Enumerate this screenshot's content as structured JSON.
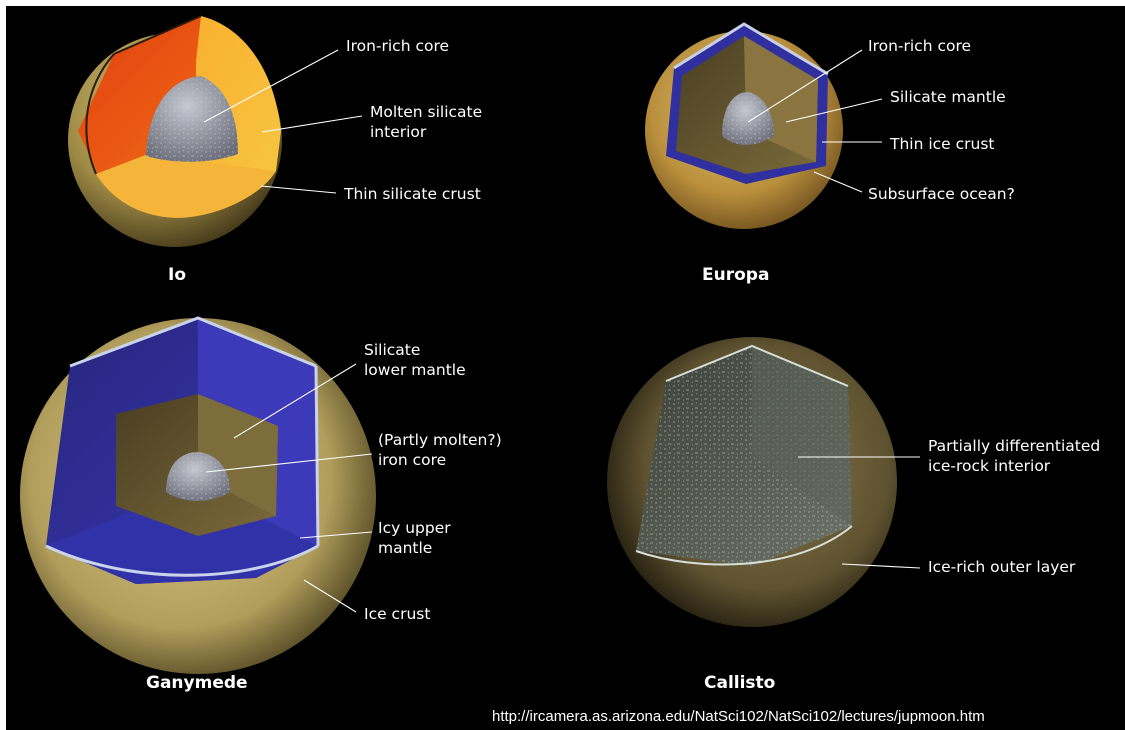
{
  "colors": {
    "background": "#000000",
    "label_text": "#ffffff",
    "io_mantle": "#f6a21a",
    "ice_blue": "#2e2d9c",
    "core_grey": "#9a9eac",
    "surface_tan": "#b8a25a"
  },
  "moons": {
    "io": {
      "name": "Io",
      "labels": [
        "Iron-rich core",
        "Molten silicate",
        "interior",
        "Thin silicate crust"
      ]
    },
    "europa": {
      "name": "Europa",
      "labels": [
        "Iron-rich core",
        "Silicate mantle",
        "Thin ice crust",
        "Subsurface ocean?"
      ]
    },
    "ganymede": {
      "name": "Ganymede",
      "labels": [
        "Silicate",
        "lower mantle",
        "(Partly molten?)",
        "iron core",
        "Icy upper",
        "mantle",
        "Ice crust"
      ]
    },
    "callisto": {
      "name": "Callisto",
      "labels": [
        "Partially differentiated",
        "ice-rock interior",
        "Ice-rich outer layer"
      ]
    }
  },
  "source_url": "http://ircamera.as.arizona.edu/NatSci102/NatSci102/lectures/jupmoon.htm"
}
